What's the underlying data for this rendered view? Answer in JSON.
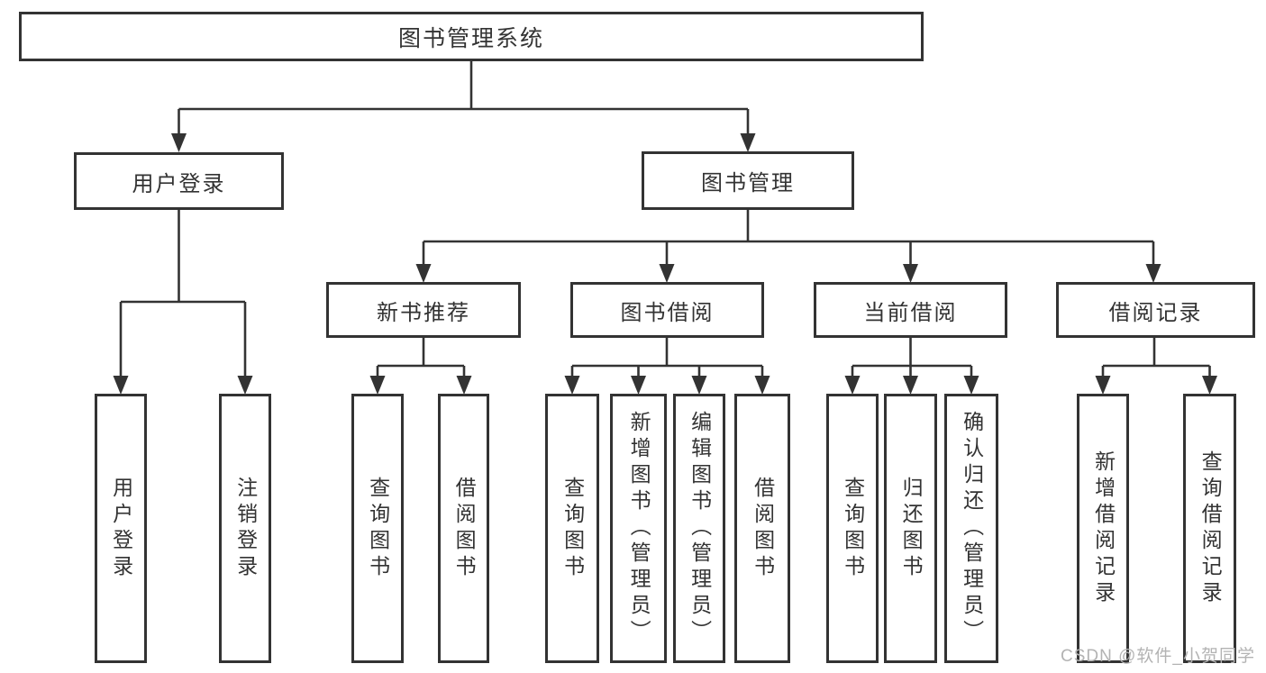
{
  "colors": {
    "line": "#333333",
    "box_border": "#333333",
    "text": "#333333",
    "bg": "#ffffff",
    "watermark": "#b3b3b3"
  },
  "root": {
    "label": "图书管理系统"
  },
  "level2": [
    {
      "label": "用户登录"
    },
    {
      "label": "图书管理"
    }
  ],
  "level3": [
    {
      "label": "新书推荐",
      "parent": "图书管理"
    },
    {
      "label": "图书借阅",
      "parent": "图书管理"
    },
    {
      "label": "当前借阅",
      "parent": "图书管理"
    },
    {
      "label": "借阅记录",
      "parent": "图书管理"
    }
  ],
  "leaves": [
    {
      "label": "用户登录",
      "parent": "用户登录"
    },
    {
      "label": "注销登录",
      "parent": "用户登录"
    },
    {
      "label": "查询图书",
      "parent": "新书推荐"
    },
    {
      "label": "借阅图书",
      "parent": "新书推荐"
    },
    {
      "label": "查询图书",
      "parent": "图书借阅"
    },
    {
      "label": "新增图书（管理员）",
      "parent": "图书借阅"
    },
    {
      "label": "编辑图书（管理员）",
      "parent": "图书借阅"
    },
    {
      "label": "借阅图书",
      "parent": "图书借阅"
    },
    {
      "label": "查询图书",
      "parent": "当前借阅"
    },
    {
      "label": "归还图书",
      "parent": "当前借阅"
    },
    {
      "label": "确认归还（管理员）",
      "parent": "当前借阅"
    },
    {
      "label": "新增借阅记录",
      "parent": "借阅记录"
    },
    {
      "label": "查询借阅记录",
      "parent": "借阅记录"
    }
  ],
  "watermark": "CSDN @软件_小贺同学"
}
